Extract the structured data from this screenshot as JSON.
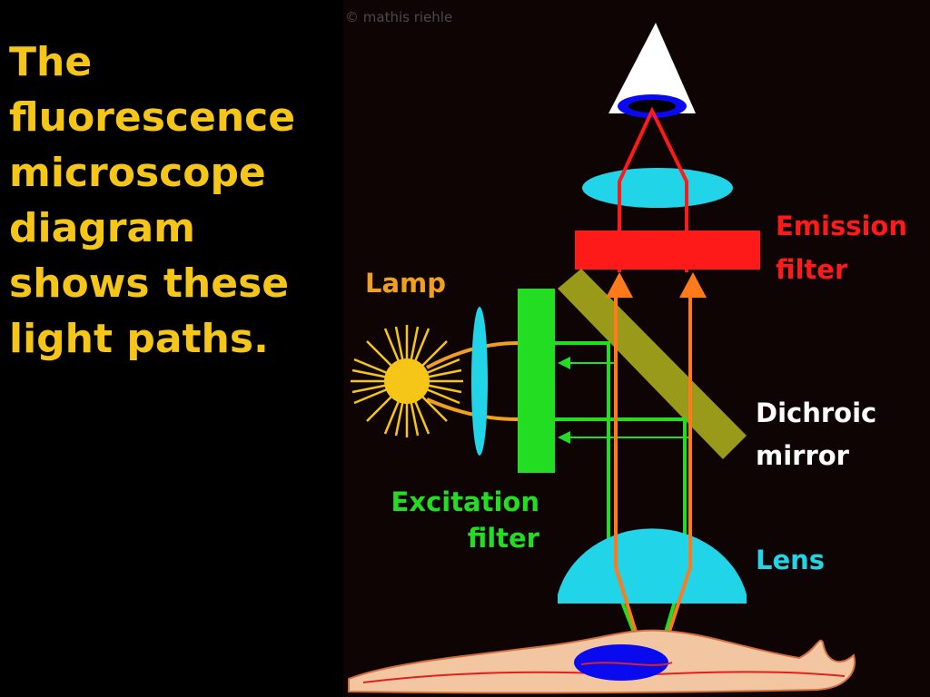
{
  "title_lines": [
    "The",
    "fluorescence",
    "microscope",
    "diagram",
    "shows these",
    "light paths."
  ],
  "watermark": "© mathis riehle",
  "labels": {
    "lamp": "Lamp",
    "emission_1": "Emission",
    "emission_2": "filter",
    "dichroic_1": "Dichroic",
    "dichroic_2": "mirror",
    "excitation_1": "Excitation",
    "excitation_2": "filter",
    "lens": "Lens"
  },
  "colors": {
    "title": "#f5c518",
    "panel_background": "#0f0404",
    "lamp": "#f0a020",
    "emission": "#ff1a1a",
    "excitation": "#22dd22",
    "lens": "#22d4e8",
    "dichroic": "#ffffff",
    "mirror": "#9a9a1a",
    "emitted_light": "#ff7a1a"
  }
}
